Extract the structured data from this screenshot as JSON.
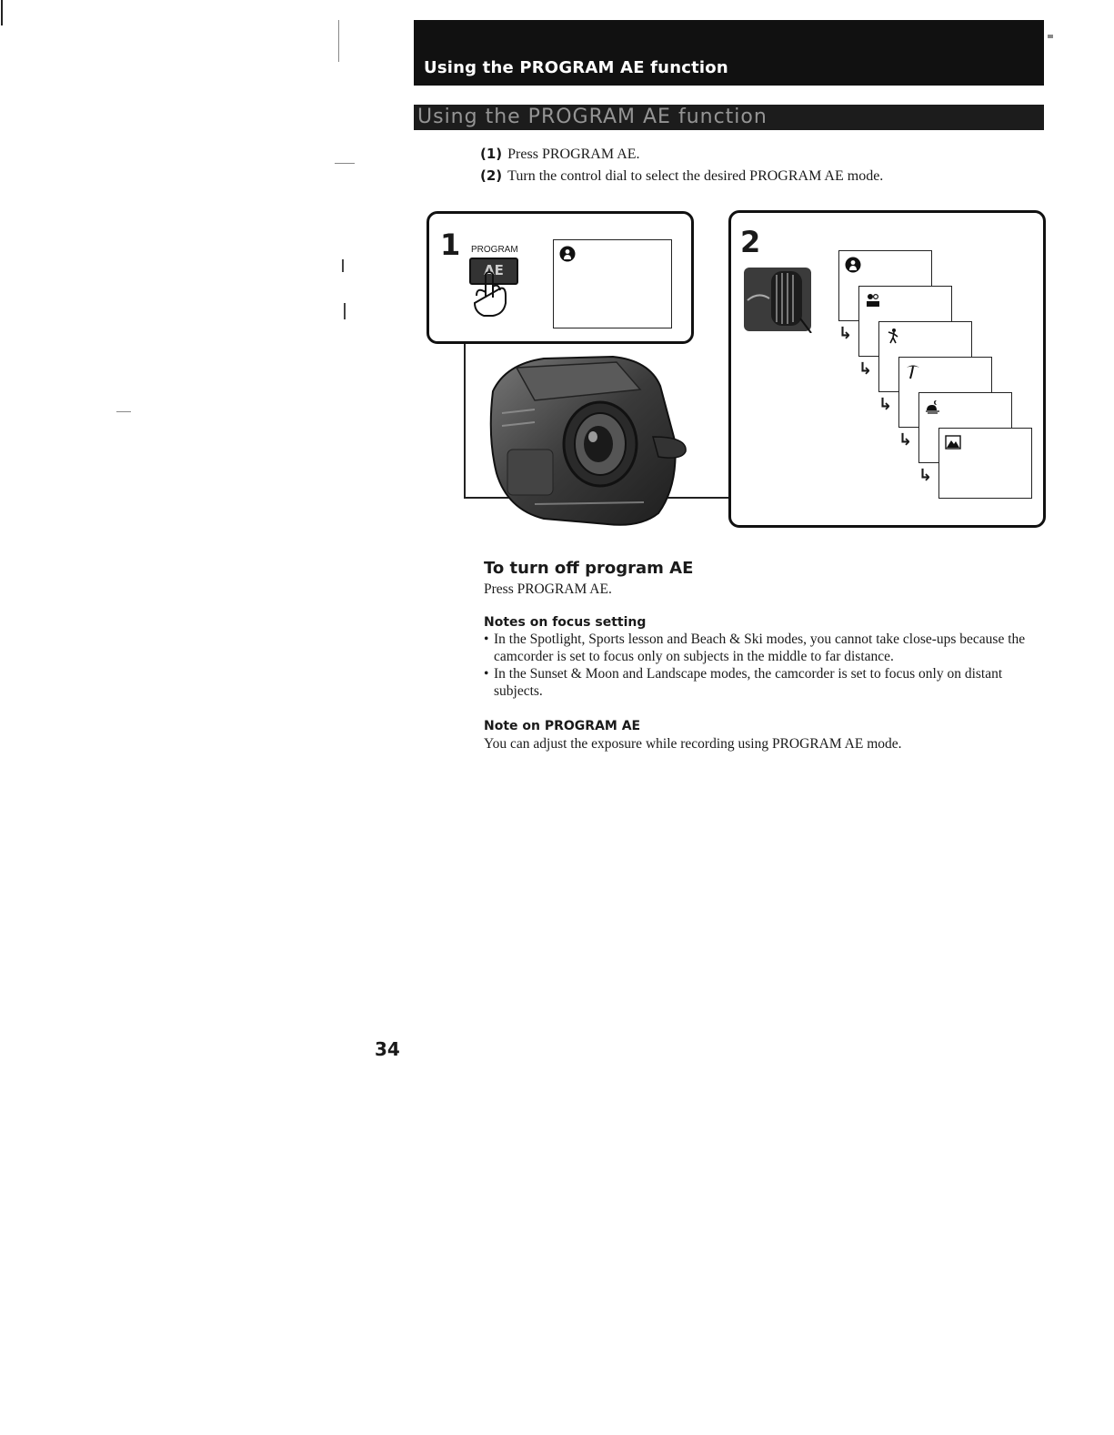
{
  "header": {
    "title": "Using the PROGRAM AE function",
    "subtitle": "Using the PROGRAM AE function"
  },
  "steps": [
    {
      "num": "(1)",
      "text": "Press PROGRAM AE."
    },
    {
      "num": "(2)",
      "text": "Turn the control dial to select the desired PROGRAM AE mode."
    }
  ],
  "figure": {
    "panel1_number": "1",
    "panel1_button_label": "PROGRAM",
    "panel1_button_text": "AE",
    "panel2_number": "2",
    "mode_icons": [
      "spotlight-icon",
      "portrait-icon",
      "sports-lesson-icon",
      "beach-ski-icon",
      "sunset-moon-icon",
      "landscape-icon"
    ]
  },
  "turn_off": {
    "heading": "To turn off program AE",
    "text": "Press PROGRAM AE."
  },
  "notes_focus": {
    "heading": "Notes on focus setting",
    "bullets": [
      "In the Spotlight, Sports lesson and Beach & Ski modes, you cannot take close-ups because the camcorder is set to focus only on subjects in the middle to far distance.",
      "In the Sunset & Moon and Landscape modes, the camcorder is set to focus only on distant subjects."
    ]
  },
  "note_program": {
    "heading": "Note on PROGRAM AE",
    "text": "You can adjust the exposure while recording using PROGRAM AE mode."
  },
  "page_number": "34"
}
